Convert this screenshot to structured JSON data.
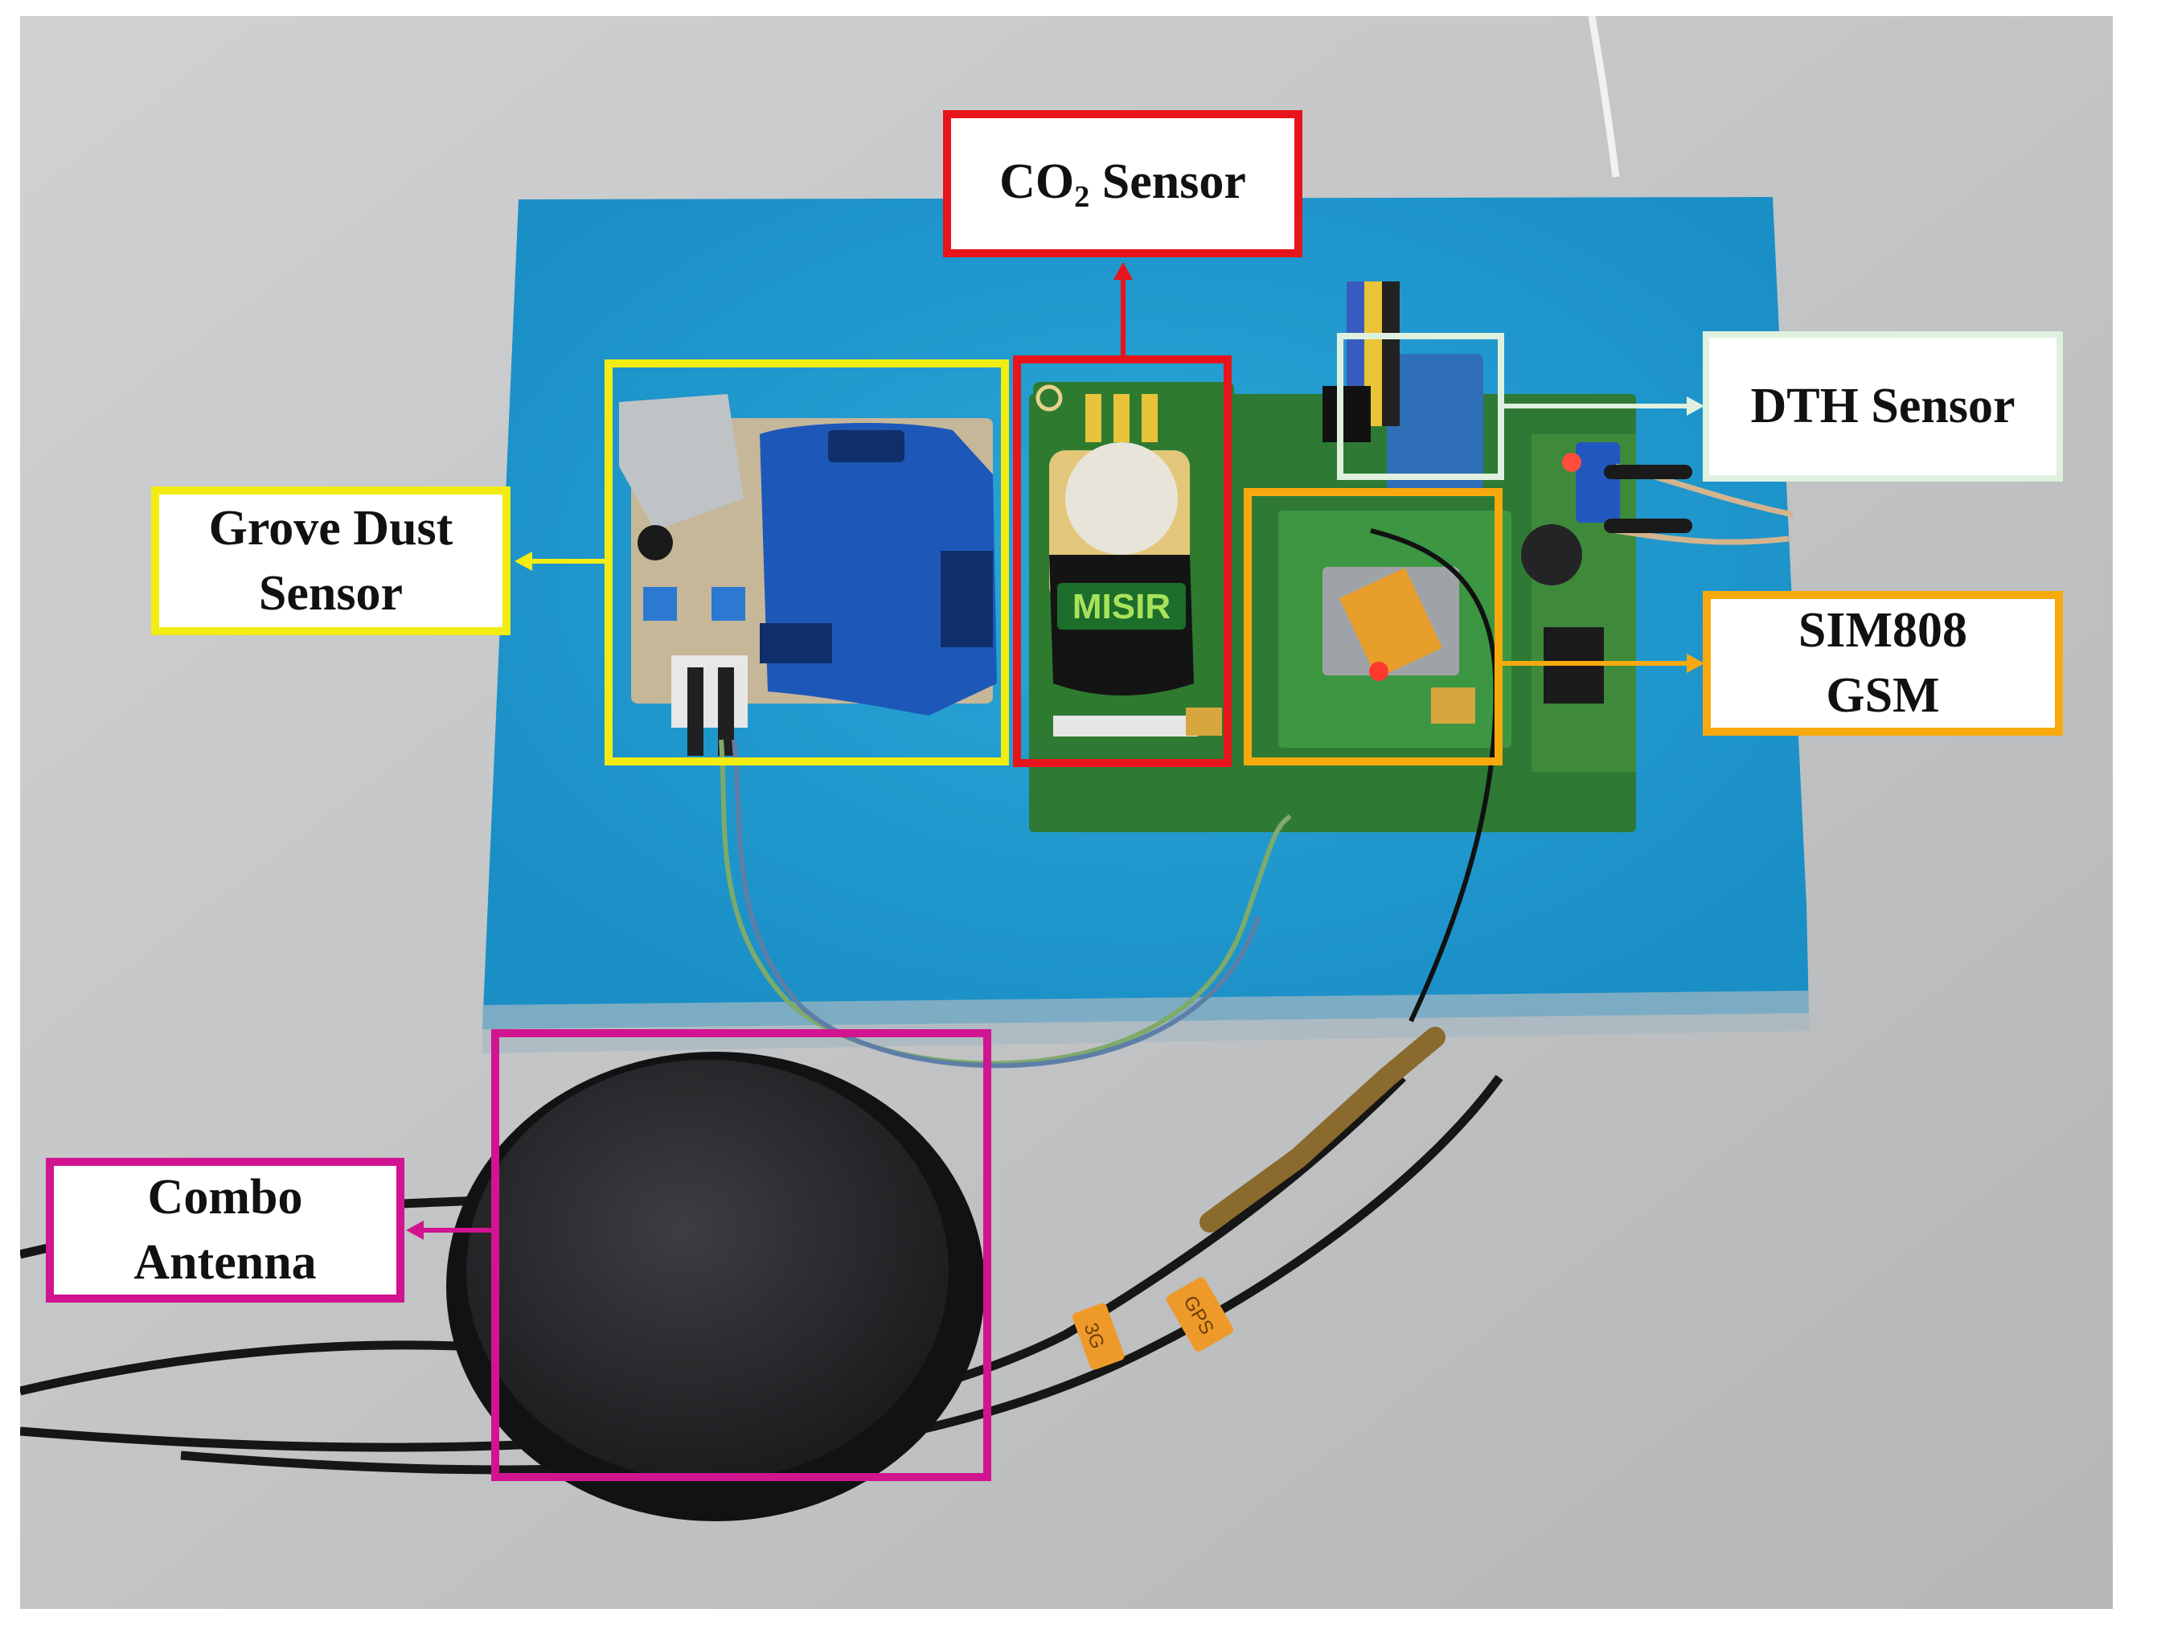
{
  "colors": {
    "co2": "#e8141b",
    "dust": "#f2ec13",
    "dth": "#dff0df",
    "gsm": "#f7a90e",
    "antenna": "#d1148f"
  },
  "labels": {
    "co2": {
      "main": "CO",
      "sub": "2",
      "rest": " Sensor"
    },
    "dust": {
      "line1": "Grove Dust",
      "line2": "Sensor"
    },
    "dth": {
      "text": "DTH Sensor"
    },
    "gsm": {
      "line1": "SIM808",
      "line2": "GSM"
    },
    "antenna": {
      "line1": "Combo",
      "line2": "Antenna"
    }
  },
  "photo_text": {
    "misir": "MISIR",
    "cable_tag_1": "3G",
    "cable_tag_2": "GPS"
  }
}
